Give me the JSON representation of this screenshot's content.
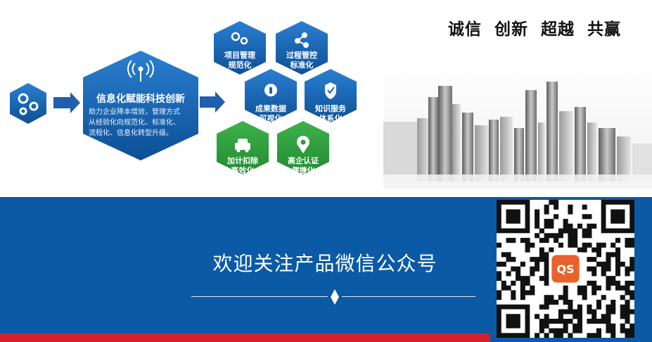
{
  "slogan": "诚信  创新  超越  共赢",
  "main_hex": {
    "title": "信息化赋能科技创新",
    "lines": [
      "助力企业降本增效，管理方式",
      "从经验化向规范化、标准化、",
      "流程化、信息化转型升级。"
    ]
  },
  "hexes": [
    {
      "line1": "项目管理",
      "line2": "规范化",
      "icon": "gears-icon",
      "color": "#1565b5"
    },
    {
      "line1": "过程管控",
      "line2": "标准化",
      "icon": "network-icon",
      "color": "#1565b5"
    },
    {
      "line1": "成果数据",
      "line2": "可视化",
      "icon": "chart-info-icon",
      "color": "#1565b5"
    },
    {
      "line1": "知识服务",
      "line2": "体系化",
      "icon": "shield-icon",
      "color": "#1565b5"
    },
    {
      "line1": "加计扣除",
      "line2": "高效化",
      "icon": "car-icon",
      "color": "#2e9a3c"
    },
    {
      "line1": "高企认证",
      "line2": "便捷化",
      "icon": "location-pin-icon",
      "color": "#2e9a3c"
    }
  ],
  "banner": {
    "title": "欢迎关注产品微信公众号"
  },
  "qr": {
    "center_logo_text": "QS",
    "accent": "#e8632b"
  },
  "colors": {
    "brand_blue": "#0b5aa5",
    "accent_red": "#d6202d",
    "green": "#2e9a3c"
  }
}
